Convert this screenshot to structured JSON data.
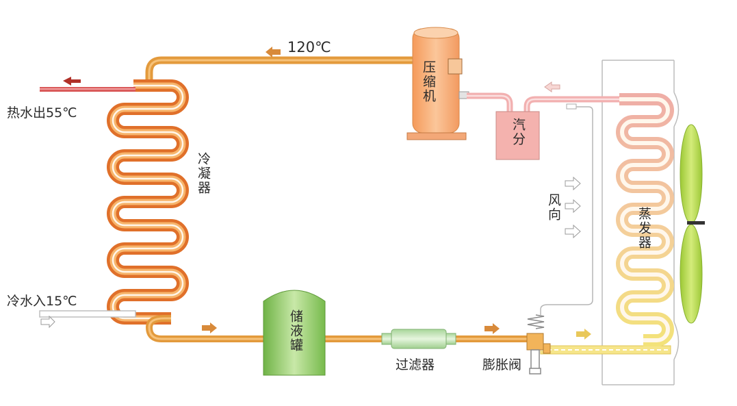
{
  "labels": {
    "temp_120": "120℃",
    "hot_water_out": "热水出55℃",
    "cold_water_in": "冷水入15℃",
    "condenser": "冷凝器",
    "compressor": "压缩机",
    "separator": "汽分",
    "wind_direction": "风向",
    "evaporator": "蒸发器",
    "receiver": "储液罐",
    "filter": "过滤器",
    "expansion_valve": "膨胀阀"
  },
  "colors": {
    "pipe_hot": "#e39a3c",
    "pipe_hot_inner": "#f6c27a",
    "condenser_outer": "#e0702a",
    "condenser_inner": "#f7b56c",
    "compressor": "#f7b27a",
    "separator": "#f4b2ae",
    "suction_pipe": "#f2b0b0",
    "evaporator_top": "#f0b8a8",
    "evaporator_bottom": "#f2e07e",
    "receiver": "#8cc85a",
    "filter": "#c2e3b2",
    "fan": "#b7d94a",
    "hot_water_pipe": "#d95a5a",
    "cold_water_pipe": "#d8d8d8",
    "arrow_orange": "#d88a3a",
    "arrow_dark_red": "#b03028"
  },
  "icons": [
    "flow-arrow-icon",
    "fan-blade-icon",
    "wind-arrow-icon"
  ]
}
